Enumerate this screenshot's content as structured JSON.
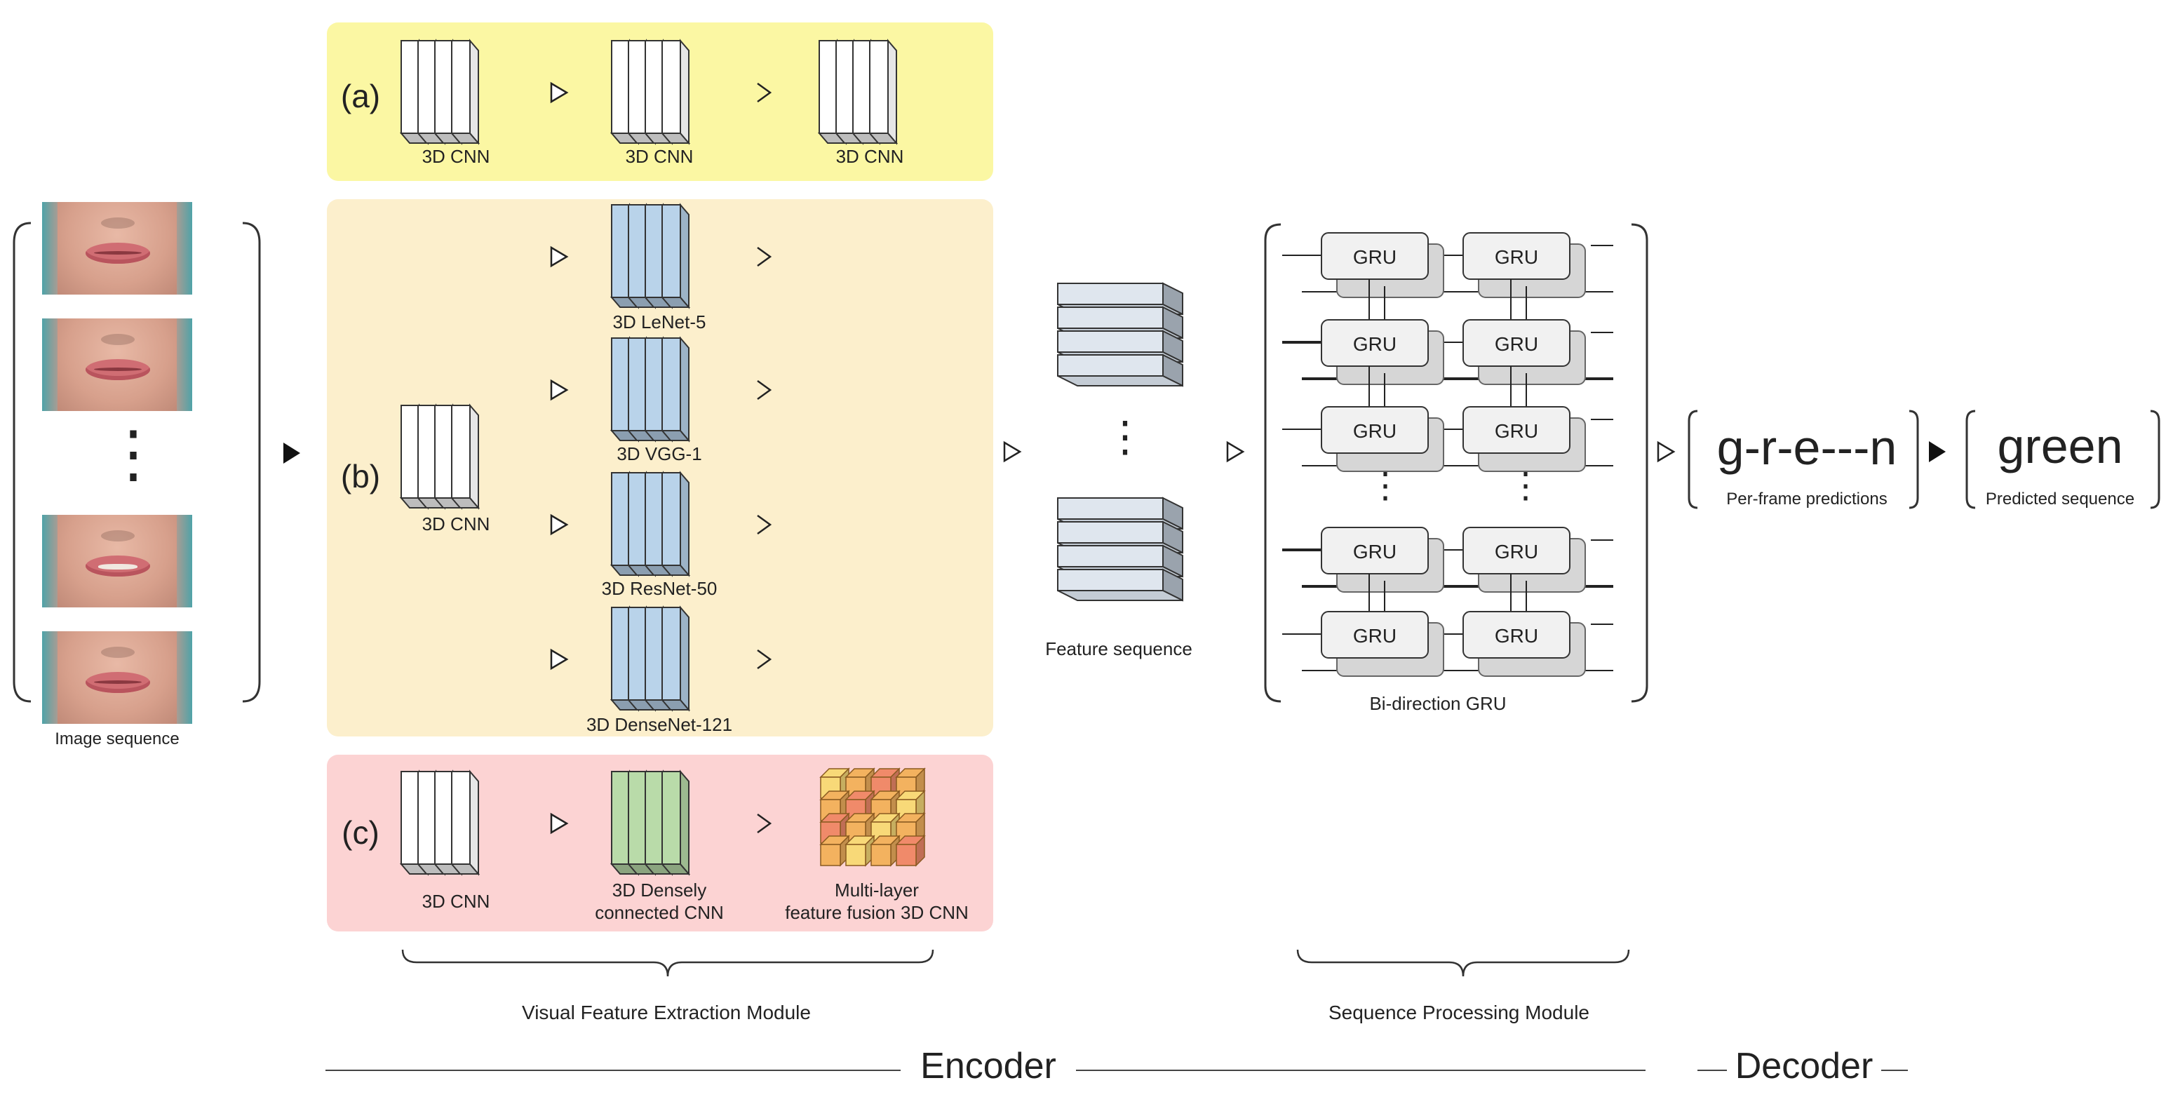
{
  "image_sequence": {
    "caption": "Image sequence",
    "frames": [
      {
        "mouth_state": "closed"
      },
      {
        "mouth_state": "closed"
      },
      {
        "mouth_state": "open"
      },
      {
        "mouth_state": "closed"
      }
    ],
    "ellipsis": "⋮"
  },
  "panels": {
    "a": {
      "tag": "(a)",
      "color": "#fbf7a3",
      "labels": [
        "3D CNN",
        "3D CNN",
        "3D CNN"
      ]
    },
    "b": {
      "tag": "(b)",
      "color": "#fcefcc",
      "first_label": "3D CNN",
      "branches": [
        "3D LeNet-5",
        "3D VGG-1",
        "3D ResNet-50",
        "3D DenseNet-121"
      ]
    },
    "c": {
      "tag": "(c)",
      "color": "#fcd3d3",
      "first_label": "3D CNN",
      "second_label": [
        "3D Densely",
        "connected CNN"
      ],
      "third_label": [
        "Multi-layer",
        "feature fusion 3D CNN"
      ]
    }
  },
  "feature_sequence": {
    "caption": "Feature sequence",
    "ellipsis": "⋮"
  },
  "gru": {
    "cell_label": "GRU",
    "caption": "Bi-direction GRU",
    "ellipsis": "⋮"
  },
  "decoder_outputs": {
    "per_frame": {
      "text": "g-r-e---n",
      "caption": "Per-frame predictions"
    },
    "predicted": {
      "text": "green",
      "caption": "Predicted sequence"
    }
  },
  "modules": {
    "visual": "Visual Feature Extraction Module",
    "sequence": "Sequence Processing Module"
  },
  "stages": {
    "encoder": "Encoder",
    "decoder": "Decoder"
  },
  "colors": {
    "white_block": "#ffffff",
    "blue_block": "#b9d3ea",
    "green_block": "#b9dba9",
    "fusion_orange": "#f3b25f",
    "fusion_yellow": "#f8d978",
    "fusion_red": "#f08a6a",
    "gru_cell": "#f1f1f1",
    "gru_shadow": "#d6d6d6",
    "feature_slab": "#dfe6ee"
  }
}
